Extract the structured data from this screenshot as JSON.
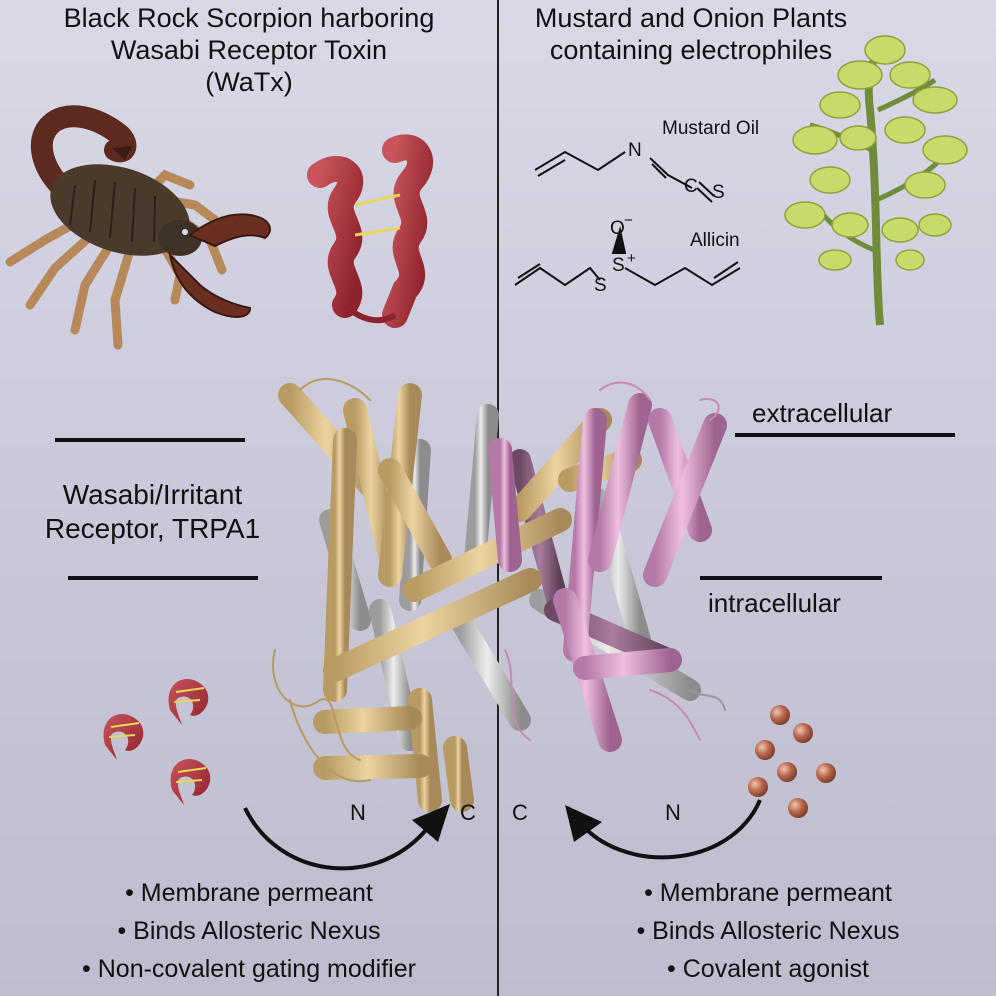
{
  "panels": {
    "left_title": [
      "Black Rock Scorpion harboring",
      "Wasabi Receptor Toxin",
      "(WaTx)"
    ],
    "right_title": [
      "Mustard and Onion Plants",
      "containing electrophiles"
    ]
  },
  "chemicals": {
    "mustard_oil": "Mustard Oil",
    "allicin": "Allicin",
    "atom_n": "N",
    "atom_c": "C",
    "atom_s": "S",
    "atom_o": "O",
    "charge_neg": "−",
    "charge_pos": "+"
  },
  "membrane": {
    "extracellular": "extracellular",
    "intracellular": "intracellular"
  },
  "receptor": {
    "name": [
      "Wasabi/Irritant",
      "Receptor, TRPA1"
    ],
    "left_n": "N",
    "left_c": "C",
    "right_c": "C",
    "right_n": "N"
  },
  "left_bullets": [
    "• Membrane permeant",
    "• Binds Allosteric Nexus",
    "• Non-covalent gating modifier"
  ],
  "right_bullets": [
    "• Membrane permeant",
    "• Binds Allosteric Nexus",
    "• Covalent agonist"
  ],
  "colors": {
    "tan": "#d9bb85",
    "pink": "#d79cc6",
    "gray": "#bdbdbd",
    "toxin": "#a8303a",
    "scorpion": "#5a2e1f",
    "plant": "#c4d65a",
    "bead": "#b0634c"
  }
}
